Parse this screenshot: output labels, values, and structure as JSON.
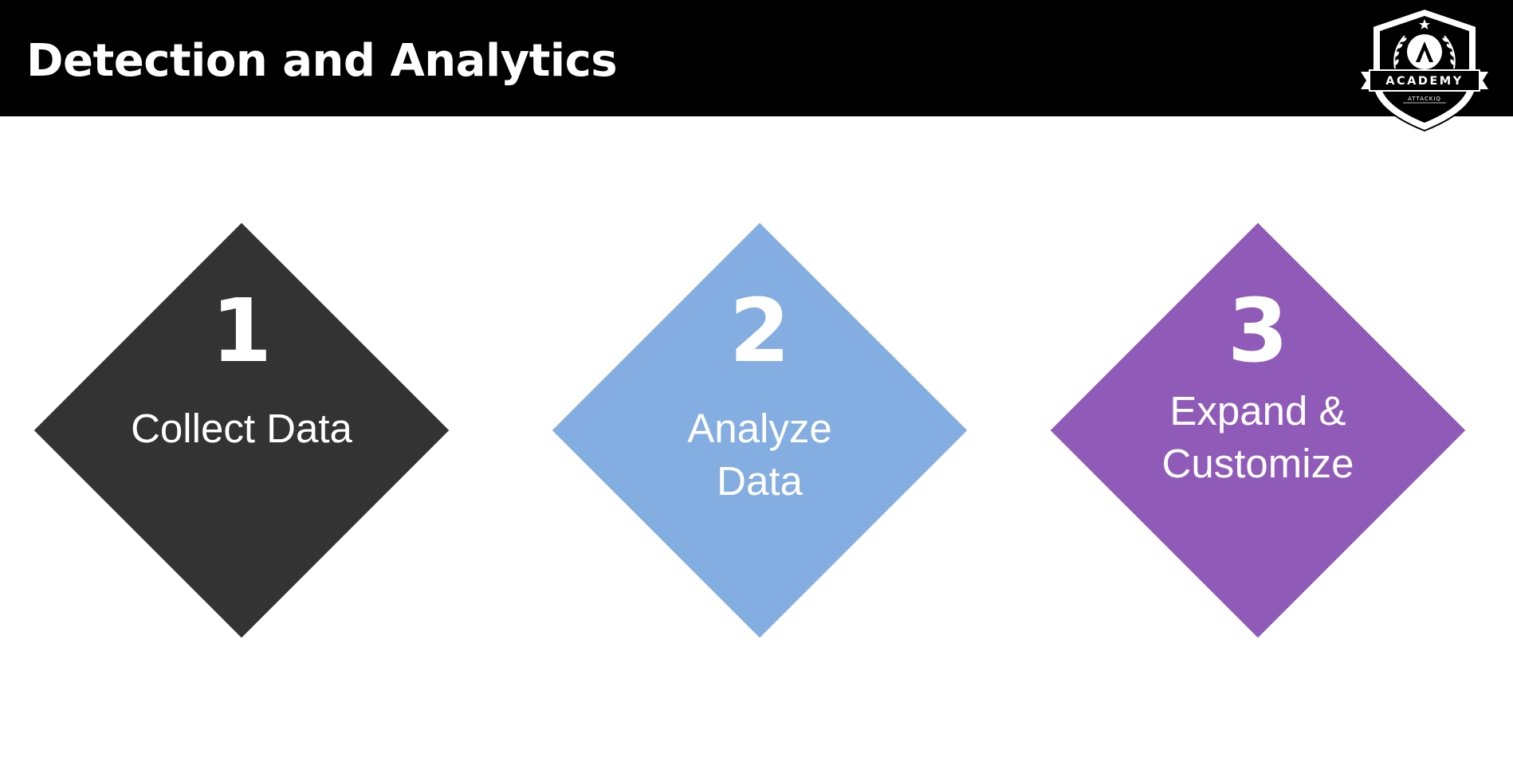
{
  "slide": {
    "title": "Detection and Analytics",
    "logo": {
      "word": "ACADEMY",
      "subtext": "ATTACKIQ"
    }
  },
  "steps": [
    {
      "number": "1",
      "label": "Collect Data",
      "color": "#333333"
    },
    {
      "number": "2",
      "label": "Analyze Data",
      "color": "#84ADE2"
    },
    {
      "number": "3",
      "label": "Expand & Customize",
      "color": "#905AB8"
    }
  ]
}
